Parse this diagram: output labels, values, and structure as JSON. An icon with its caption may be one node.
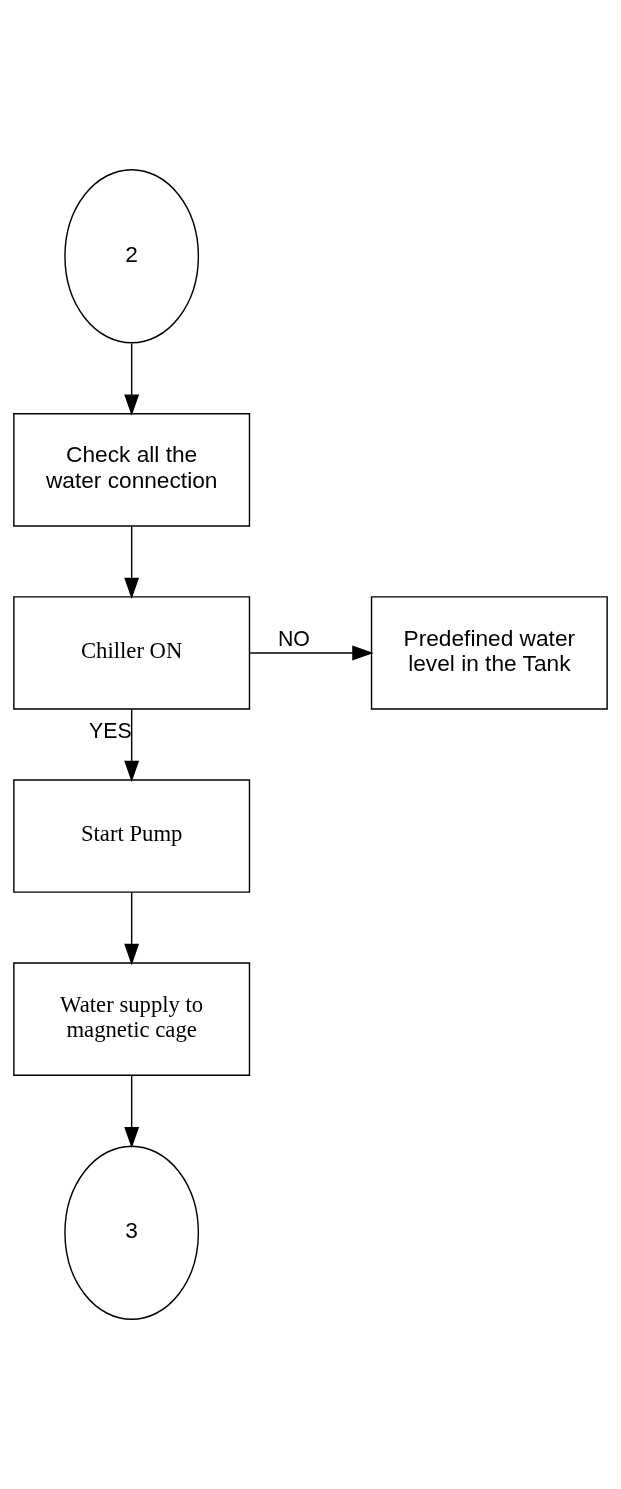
{
  "diagram": {
    "nodes": [
      {
        "text": [
          "2"
        ]
      },
      {
        "text": [
          "Check all the water connection"
        ]
      },
      {
        "text": [
          "Chiller ON"
        ]
      },
      {
        "text": [
          "Predefined water level in the Tank"
        ]
      },
      {
        "text": [
          "Start Pump"
        ]
      },
      {
        "text": [
          "Water supply to magnetic cage"
        ]
      },
      {
        "text": [
          "3"
        ]
      }
    ],
    "edges": [
      {
        "from": 0,
        "to": 1,
        "arrow": "to"
      },
      {
        "from": 1,
        "to": 2,
        "arrow": "to"
      },
      {
        "from": 2,
        "to": 3,
        "arrow": "to",
        "label": "NO"
      },
      {
        "from": 2,
        "to": 4,
        "arrow": "to",
        "label": "YES"
      },
      {
        "from": 4,
        "to": 5,
        "arrow": "to"
      },
      {
        "from": 5,
        "to": 6,
        "arrow": "to"
      }
    ]
  }
}
